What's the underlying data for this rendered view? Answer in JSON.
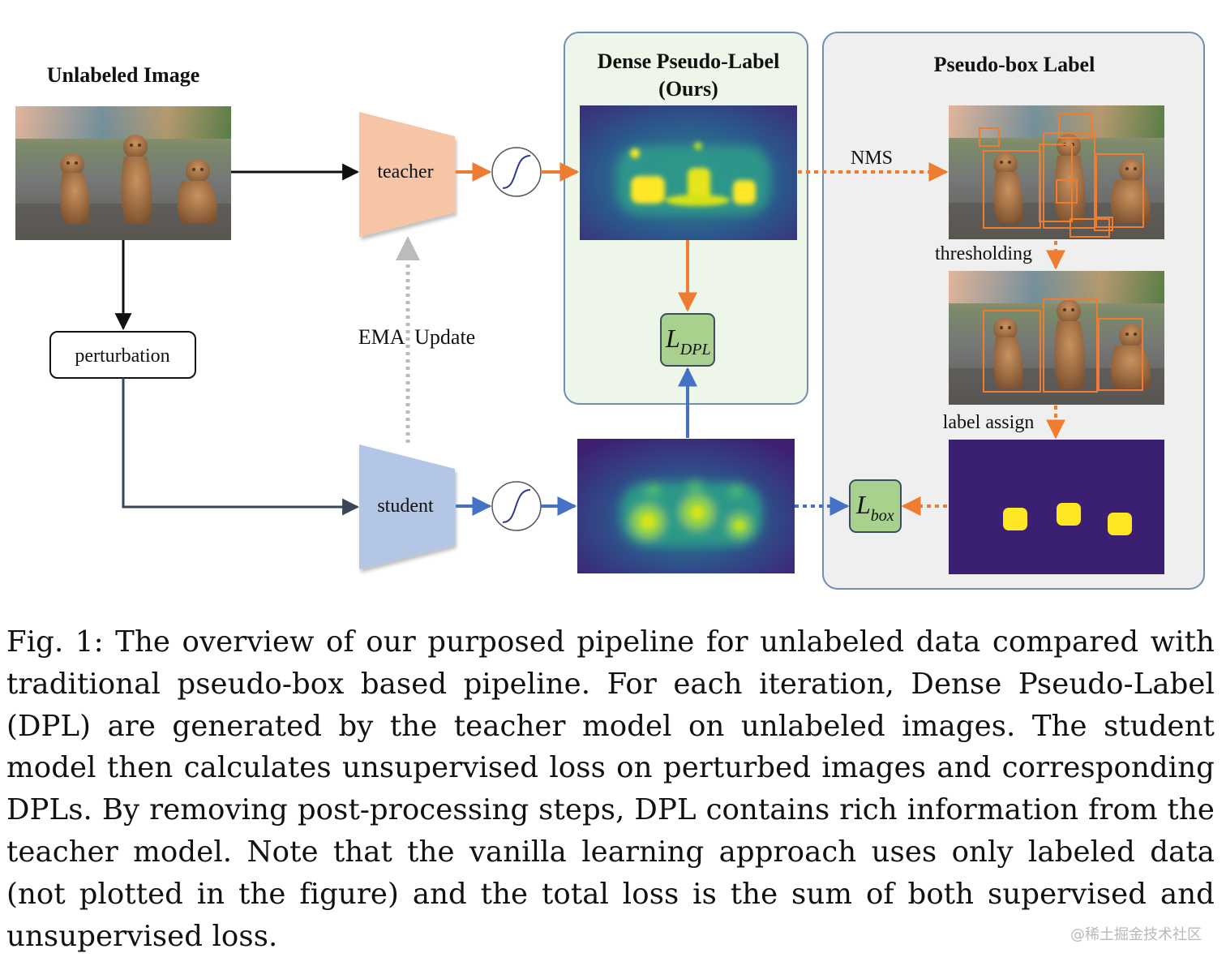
{
  "labels": {
    "unlabeled_image": "Unlabeled Image",
    "perturbation": "perturbation",
    "teacher": "teacher",
    "student": "student",
    "ema_update": "EMA  Update",
    "dense_title_1": "Dense Pseudo-Label",
    "dense_title_2": "(Ours)",
    "pseudobox_title": "Pseudo-box Label",
    "nms": "NMS",
    "thresholding": "thresholding",
    "label_assign": "label assign",
    "loss_dpl_main": "L",
    "loss_dpl_sub": "DPL",
    "loss_box_main": "L",
    "loss_box_sub": "box"
  },
  "icons": {
    "sigmoid": "sigmoid-icon",
    "photo": "dog-photo-thumbnail",
    "heatmap": "heatmap-thumbnail"
  },
  "colors": {
    "teacher_fill": "#f6c5a5",
    "student_fill": "#b3c6e6",
    "orange_arrow": "#ee7d32",
    "blue_arrow": "#4472c4",
    "loss_fill": "#a9d18e",
    "dense_panel": "#eef5e9",
    "pseudo_panel": "#efefef",
    "heatmap_bg": "#3b1f73",
    "heatmap_hot": "#fde725"
  },
  "caption": "Fig. 1: The overview of our purposed pipeline for unlabeled data compared with traditional pseudo-box based pipeline. For each iteration, Dense Pseudo-Label (DPL) are generated by the teacher model on unlabeled images. The student model then calculates unsupervised loss on perturbed images and corresponding DPLs. By removing post-processing steps, DPL contains rich information from the teacher model. Note that the vanilla learning approach uses only labeled data (not plotted in the figure) and the total loss is the sum of both supervised and unsupervised loss.",
  "watermark": "@稀土掘金技术社区"
}
